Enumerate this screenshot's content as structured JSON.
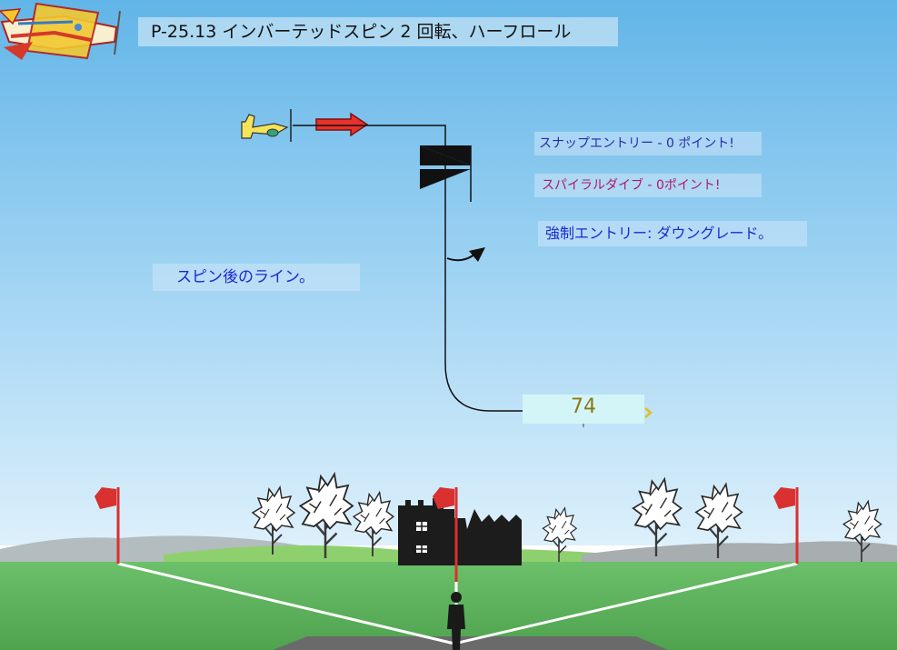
{
  "title": "P-25.13 インバーテッドスピン 2 回転、ハーフロール",
  "notes": {
    "snap_entry": "スナップエントリー - 0 ポイント!",
    "spiral_dive": "スパイラルダイブ - 0ポイント!",
    "forced_entry": "強制エントリー: ダウングレード。",
    "line_after_spin": "スピン後のライン。"
  },
  "score": "74",
  "colors": {
    "title_text": "#111111",
    "snap_entry": "#2a2aa8",
    "spiral_dive": "#b0186a",
    "forced_entry": "#1a2ad0",
    "line_after_spin": "#1a2ad0",
    "score": "#8a7a10",
    "flag": "#d93030",
    "entry_arrow": "#e8312a"
  }
}
